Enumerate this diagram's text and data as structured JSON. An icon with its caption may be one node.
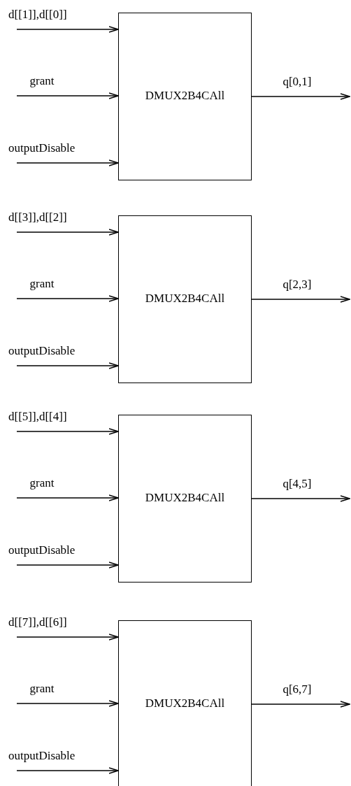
{
  "diagram": {
    "nodes": [
      {
        "text": [
          "DMUX2B4CAll"
        ]
      },
      {
        "text": [
          "DMUX2B4CAll"
        ]
      },
      {
        "text": [
          "DMUX2B4CAll"
        ]
      },
      {
        "text": [
          "DMUX2B4CAll"
        ]
      }
    ],
    "edges": [
      {
        "from": null,
        "to": 0,
        "arrow": "to",
        "label": "d[[1]],d[[0]]"
      },
      {
        "from": null,
        "to": 0,
        "arrow": "to",
        "label": "grant"
      },
      {
        "from": null,
        "to": 0,
        "arrow": "to",
        "label": "outputDisable"
      },
      {
        "from": 0,
        "to": null,
        "arrow": "to",
        "label": "q[0,1]"
      },
      {
        "from": null,
        "to": 1,
        "arrow": "to",
        "label": "d[[3]],d[[2]]"
      },
      {
        "from": null,
        "to": 1,
        "arrow": "to",
        "label": "grant"
      },
      {
        "from": null,
        "to": 1,
        "arrow": "to",
        "label": "outputDisable"
      },
      {
        "from": 1,
        "to": null,
        "arrow": "to",
        "label": "q[2,3]"
      },
      {
        "from": null,
        "to": 2,
        "arrow": "to",
        "label": "d[[5]],d[[4]]"
      },
      {
        "from": null,
        "to": 2,
        "arrow": "to",
        "label": "grant"
      },
      {
        "from": null,
        "to": 2,
        "arrow": "to",
        "label": "outputDisable"
      },
      {
        "from": 2,
        "to": null,
        "arrow": "to",
        "label": "q[4,5]"
      },
      {
        "from": null,
        "to": 3,
        "arrow": "to",
        "label": "d[[7]],d[[6]]"
      },
      {
        "from": null,
        "to": 3,
        "arrow": "to",
        "label": "grant"
      },
      {
        "from": null,
        "to": 3,
        "arrow": "to",
        "label": "outputDisable"
      },
      {
        "from": 3,
        "to": null,
        "arrow": "to",
        "label": "q[6,7]"
      }
    ]
  }
}
